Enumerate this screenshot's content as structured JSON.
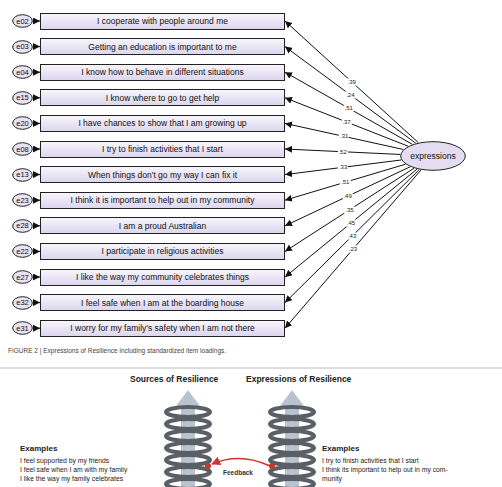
{
  "diagram": {
    "caption": "FIGURE 2 | Expressions of Resilience including standardized item loadings.",
    "nodes": [
      {
        "text": [
          "e02"
        ]
      },
      {
        "text": [
          "I cooperate with people around me"
        ]
      },
      {
        "text": [
          "e03"
        ]
      },
      {
        "text": [
          "Getting an education is important to me"
        ]
      },
      {
        "text": [
          "e04"
        ]
      },
      {
        "text": [
          "I know how to behave in different situations"
        ]
      },
      {
        "text": [
          "e15"
        ]
      },
      {
        "text": [
          "I know where to go to get help"
        ]
      },
      {
        "text": [
          "e20"
        ]
      },
      {
        "text": [
          "I have chances to show that I am growing up"
        ]
      },
      {
        "text": [
          "e08"
        ]
      },
      {
        "text": [
          "I try to finish activities that I start"
        ]
      },
      {
        "text": [
          "e13"
        ]
      },
      {
        "text": [
          "When things don't go my way I can fix it"
        ]
      },
      {
        "text": [
          "e23"
        ]
      },
      {
        "text": [
          "I think it is important to help out in my community"
        ]
      },
      {
        "text": [
          "e28"
        ]
      },
      {
        "text": [
          "I am a proud Australian"
        ]
      },
      {
        "text": [
          "e22"
        ]
      },
      {
        "text": [
          "I participate in religious activities"
        ]
      },
      {
        "text": [
          "e27"
        ]
      },
      {
        "text": [
          "I like the way my community celebrates things"
        ]
      },
      {
        "text": [
          "e32"
        ]
      },
      {
        "text": [
          "I feel safe when I am at the boarding house"
        ]
      },
      {
        "text": [
          "e31"
        ]
      },
      {
        "text": [
          "I worry for my family's safety when I am not there"
        ]
      },
      {
        "text": [
          "expressions"
        ]
      }
    ],
    "edges": [
      {
        "from": 0,
        "to": 1,
        "arrow": "to"
      },
      {
        "from": 2,
        "to": 3,
        "arrow": "to"
      },
      {
        "from": 4,
        "to": 5,
        "arrow": "to"
      },
      {
        "from": 6,
        "to": 7,
        "arrow": "to"
      },
      {
        "from": 8,
        "to": 9,
        "arrow": "to"
      },
      {
        "from": 10,
        "to": 11,
        "arrow": "to"
      },
      {
        "from": 12,
        "to": 13,
        "arrow": "to"
      },
      {
        "from": 14,
        "to": 15,
        "arrow": "to"
      },
      {
        "from": 16,
        "to": 17,
        "arrow": "to"
      },
      {
        "from": 18,
        "to": 19,
        "arrow": "to"
      },
      {
        "from": 20,
        "to": 21,
        "arrow": "to"
      },
      {
        "from": 22,
        "to": 23,
        "arrow": "to"
      },
      {
        "from": 24,
        "to": 25,
        "arrow": "to"
      },
      {
        "from": 26,
        "to": 1,
        "arrow": "to",
        "label": ".39"
      },
      {
        "from": 26,
        "to": 3,
        "arrow": "to",
        "label": ".24"
      },
      {
        "from": 26,
        "to": 5,
        "arrow": "to",
        "label": ".51"
      },
      {
        "from": 26,
        "to": 7,
        "arrow": "to",
        "label": ".37"
      },
      {
        "from": 26,
        "to": 9,
        "arrow": "to",
        "label": ".31"
      },
      {
        "from": 26,
        "to": 11,
        "arrow": "to",
        "label": ".52"
      },
      {
        "from": 26,
        "to": 13,
        "arrow": "to",
        "label": ".33"
      },
      {
        "from": 26,
        "to": 15,
        "arrow": "to",
        "label": ".51"
      },
      {
        "from": 26,
        "to": 17,
        "arrow": "to",
        "label": ".49"
      },
      {
        "from": 26,
        "to": 19,
        "arrow": "to",
        "label": ".35"
      },
      {
        "from": 26,
        "to": 21,
        "arrow": "to",
        "label": ".45"
      },
      {
        "from": 26,
        "to": 23,
        "arrow": "to",
        "label": ".43"
      },
      {
        "from": 26,
        "to": 25,
        "arrow": "to",
        "label": ".23"
      }
    ],
    "labels": [
      "Sources of Resilience",
      "Expressions of Resilience",
      "Examples",
      "I feel supported by my friends",
      "I feel safe when I am with my family",
      "I like the way my family celebrates",
      "Feedback",
      "Examples",
      "I try to finish activities that I start",
      "I think its important to help out in my com-",
      "munity"
    ]
  }
}
